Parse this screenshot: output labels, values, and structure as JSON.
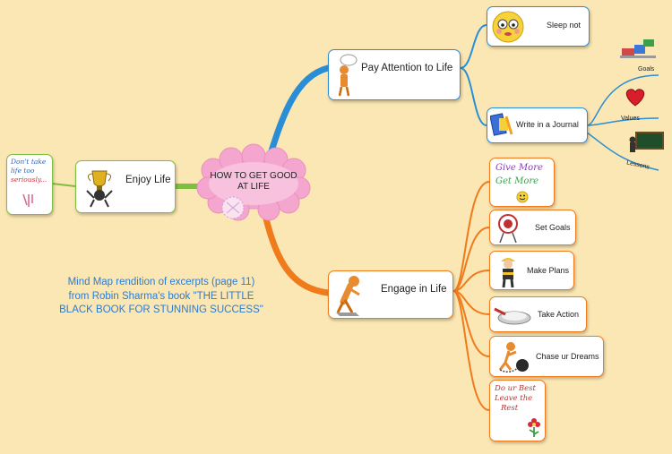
{
  "central_topic": {
    "line1": "HOW TO GET GOOD",
    "line2": "AT LIFE"
  },
  "branches": {
    "enjoy": {
      "label": "Enjoy Life",
      "child_note": {
        "line1": "Don't take",
        "line2": "life too",
        "line3": "seriously..."
      }
    },
    "attention": {
      "label": "Pay Attention to Life",
      "children": {
        "sleep": "Sleep not",
        "journal": "Write in a Journal"
      },
      "journal_leaves": {
        "goals": "Goals",
        "values": "Values",
        "lessons": "Lessons"
      }
    },
    "engage": {
      "label": "Engage in Life",
      "give_note": {
        "line1": "Give More",
        "line2": "Get More"
      },
      "children": {
        "goals": "Set Goals",
        "plans": "Make Plans",
        "action": "Take Action",
        "dreams": "Chase ur Dreams"
      },
      "best_note": {
        "line1": "Do ur Best",
        "line2": "Leave the",
        "line3": "Rest"
      }
    }
  },
  "caption": {
    "line1": "Mind Map rendition of excerpts (page 11)",
    "line2": "from Robin Sharma's book \"THE LITTLE",
    "line3": "BLACK BOOK FOR STUNNING SUCCESS\""
  },
  "colors": {
    "background": "#fbe7b3",
    "enjoy_branch": "#7fbf3f",
    "attention_branch": "#2a8ed6",
    "engage_branch": "#f07b1c",
    "caption": "#2b7bd3",
    "central_flower": "#f4a6cf"
  }
}
